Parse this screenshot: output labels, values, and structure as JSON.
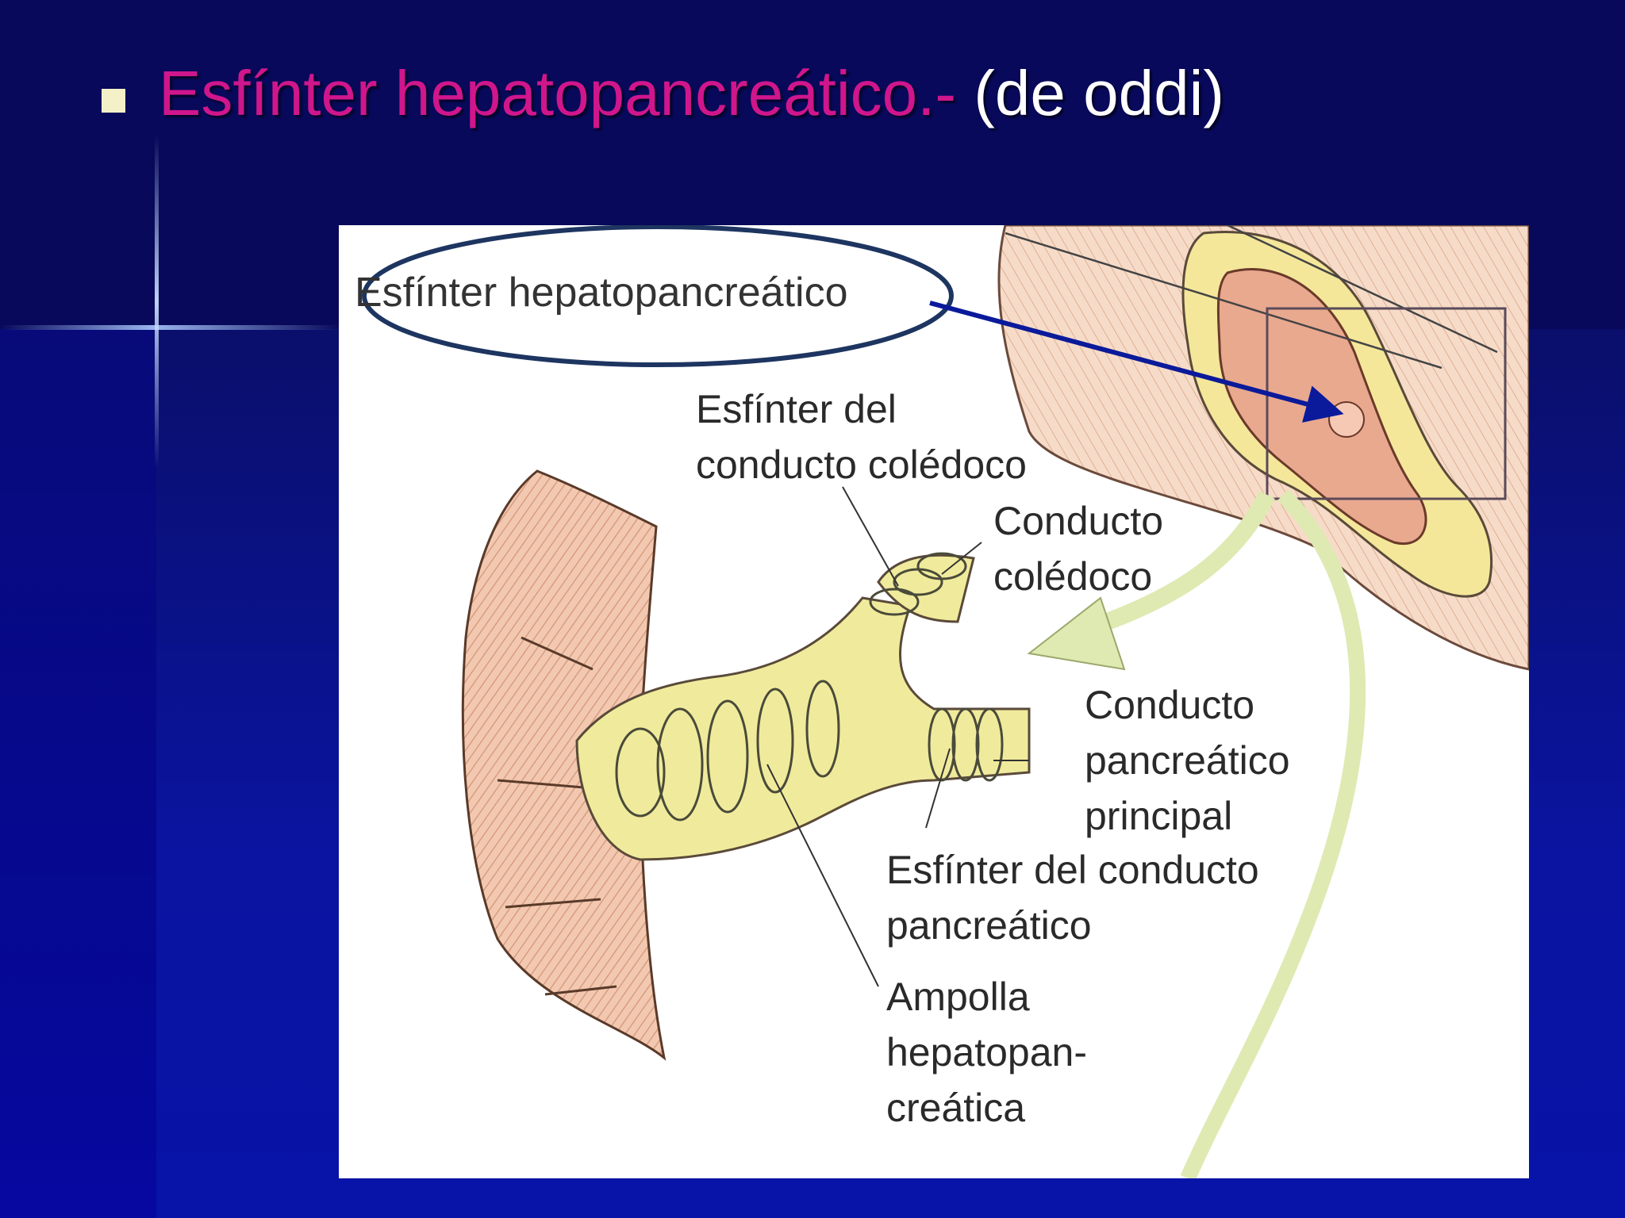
{
  "slide": {
    "title_main": "Esfínter hepatopancreático.-",
    "title_suffix": " (de oddi)"
  },
  "figure": {
    "labels": {
      "highlighted": "Esfínter hepatopancreático",
      "choledochal_sphincter": [
        "Esfínter del",
        "conducto colédoco"
      ],
      "bile_duct": [
        "Conducto",
        "colédoco"
      ],
      "pancreatic_duct": [
        "Conducto",
        "pancreático",
        "principal"
      ],
      "pancreatic_sphincter": [
        "Esfínter del conducto",
        "pancreático"
      ],
      "ampulla": [
        "Ampolla",
        "hepatopan-",
        "creática"
      ]
    }
  },
  "colors": {
    "title_pink": "#d0168c",
    "title_white": "#ffffff",
    "background_navy": "#0a0f6e",
    "tissue_pink": "#e9a98f",
    "duct_yellow": "#f0eb9c",
    "highlight_oval": "#1d3560",
    "pointer_arrow": "#0a1a9a"
  }
}
